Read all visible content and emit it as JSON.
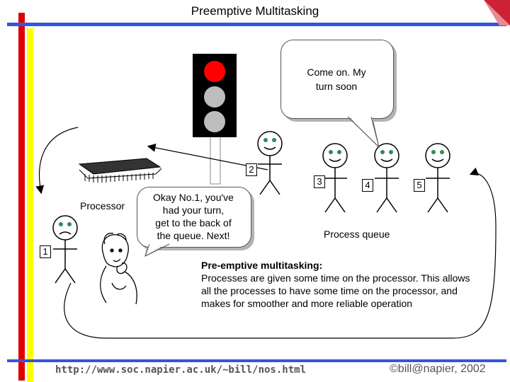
{
  "slide": {
    "title": "Preemptive Multitasking"
  },
  "labels": {
    "processor": "Processor",
    "process_queue": "Process queue"
  },
  "numbers": {
    "n1": "1",
    "n2": "2",
    "n3": "3",
    "n4": "4",
    "n5": "5"
  },
  "bubbles": {
    "queue_speech": [
      "Come on. My",
      "turn soon"
    ],
    "processor_speech": [
      "Okay No.1, you've",
      "had your turn,",
      "get to the back of",
      "the queue. Next!"
    ]
  },
  "description": {
    "heading": "Pre-emptive multitasking:",
    "body": "Processes are given some time on the processor. This allows all the processes to have some time on the processor, and makes for smoother and more reliable operation"
  },
  "footer": {
    "url": "http://www.soc.napier.ac.uk/~bill/nos.html",
    "copyright": "©bill@napier, 2002"
  },
  "colors": {
    "red_bar": "#e00000",
    "yellow_bar": "#ffff00",
    "blue_bar": "#3355dd",
    "traffic_red": "#ff0000",
    "traffic_grey": "#bdbdbd",
    "face_eyes": "#2e8b57",
    "corner_logo": "#cc2233"
  },
  "icons": {
    "traffic_light": "traffic-light-icon",
    "processor_chip": "processor-chip-icon",
    "stick_figure": "stick-figure-icon",
    "thinking_person": "thinking-person-icon",
    "corner_logo": "corner-logo-icon"
  }
}
